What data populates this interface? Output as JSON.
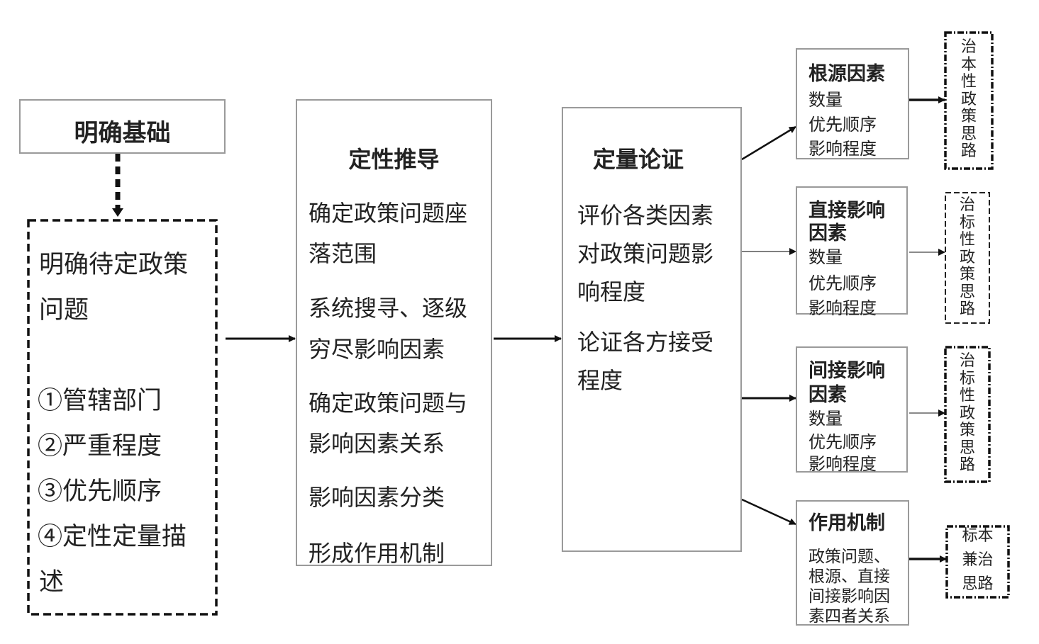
{
  "foundation": {
    "title": "明确基础"
  },
  "problem": {
    "lines": [
      "明确待定政策",
      "问题",
      "①管辖部门",
      "②严重程度",
      "③优先顺序",
      "④定性定量描",
      "述"
    ]
  },
  "qualitative": {
    "title": "定性推导",
    "lines": [
      "确定政策问题座",
      "落范围",
      "系统搜寻、逐级",
      "穷尽影响因素",
      "确定政策问题与",
      "影响因素关系",
      "影响因素分类",
      "形成作用机制"
    ]
  },
  "quantitative": {
    "title": "定量论证",
    "lines": [
      "评价各类因素",
      "对政策问题影",
      "响程度",
      "论证各方接受",
      "程度"
    ]
  },
  "factors": [
    {
      "title_lines": [
        "根源因素"
      ],
      "lines": [
        "数量",
        "优先顺序",
        "影响程度"
      ]
    },
    {
      "title_lines": [
        "直接影响",
        "因素"
      ],
      "lines": [
        "数量",
        "优先顺序",
        "影响程度"
      ]
    },
    {
      "title_lines": [
        "间接影响",
        "因素"
      ],
      "lines": [
        "数量",
        "优先顺序",
        "影响程度"
      ]
    },
    {
      "title_lines": [
        "作用机制"
      ],
      "lines": [
        "政策问题、",
        "根源、直接",
        "间接影响因",
        "素四者关系"
      ]
    }
  ],
  "strategies": [
    {
      "chars": [
        "治",
        "本",
        "性",
        "政",
        "策",
        "思",
        "路"
      ]
    },
    {
      "chars": [
        "治",
        "标",
        "性",
        "政",
        "策",
        "思",
        "路"
      ]
    },
    {
      "chars": [
        "治",
        "标",
        "性",
        "政",
        "策",
        "思",
        "路"
      ]
    },
    {
      "lines": [
        "标本",
        "兼治",
        "思路"
      ]
    }
  ]
}
